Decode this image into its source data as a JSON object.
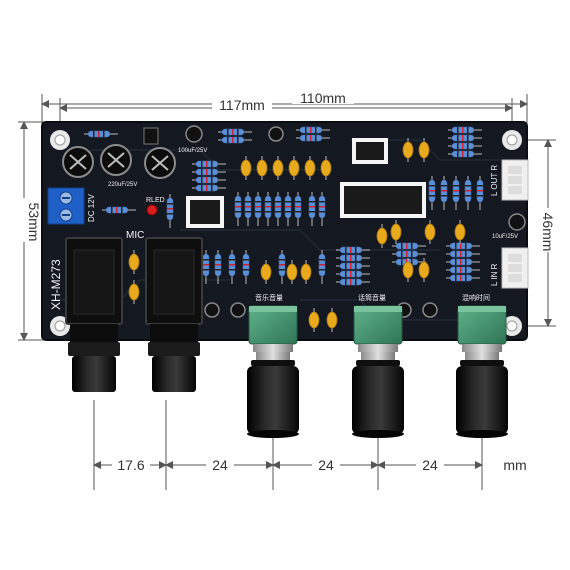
{
  "dimensions": {
    "overall_width": "117mm",
    "hole_spacing_width": "110mm",
    "overall_height": "53mm",
    "hole_spacing_height": "46mm",
    "spacings": [
      "17.6",
      "24",
      "24",
      "24"
    ],
    "unit": "mm"
  },
  "board": {
    "model": "XH-M273",
    "mic_label": "MIC",
    "power_label": "DC 12V",
    "led_label": "RLED",
    "out_label": "L OUT R",
    "in_label": "L IN R",
    "cap_label_1": "220uF/25V",
    "cap_label_2": "100uF/25V",
    "cap_label_3": "10uF/25V",
    "knob_labels": [
      "音乐音量",
      "话筒音量",
      "混响时间"
    ]
  },
  "colors": {
    "pcb": "#141821",
    "silkscreen": "#f2f2f2",
    "dimension_lines": "#555555",
    "potentiometer": "#3f8f6a",
    "knob": "#0d0d0d",
    "terminal": "#1f5fc8",
    "capacitor_tantalum": "#e8a91c",
    "resistor": "#5b8fd6"
  }
}
